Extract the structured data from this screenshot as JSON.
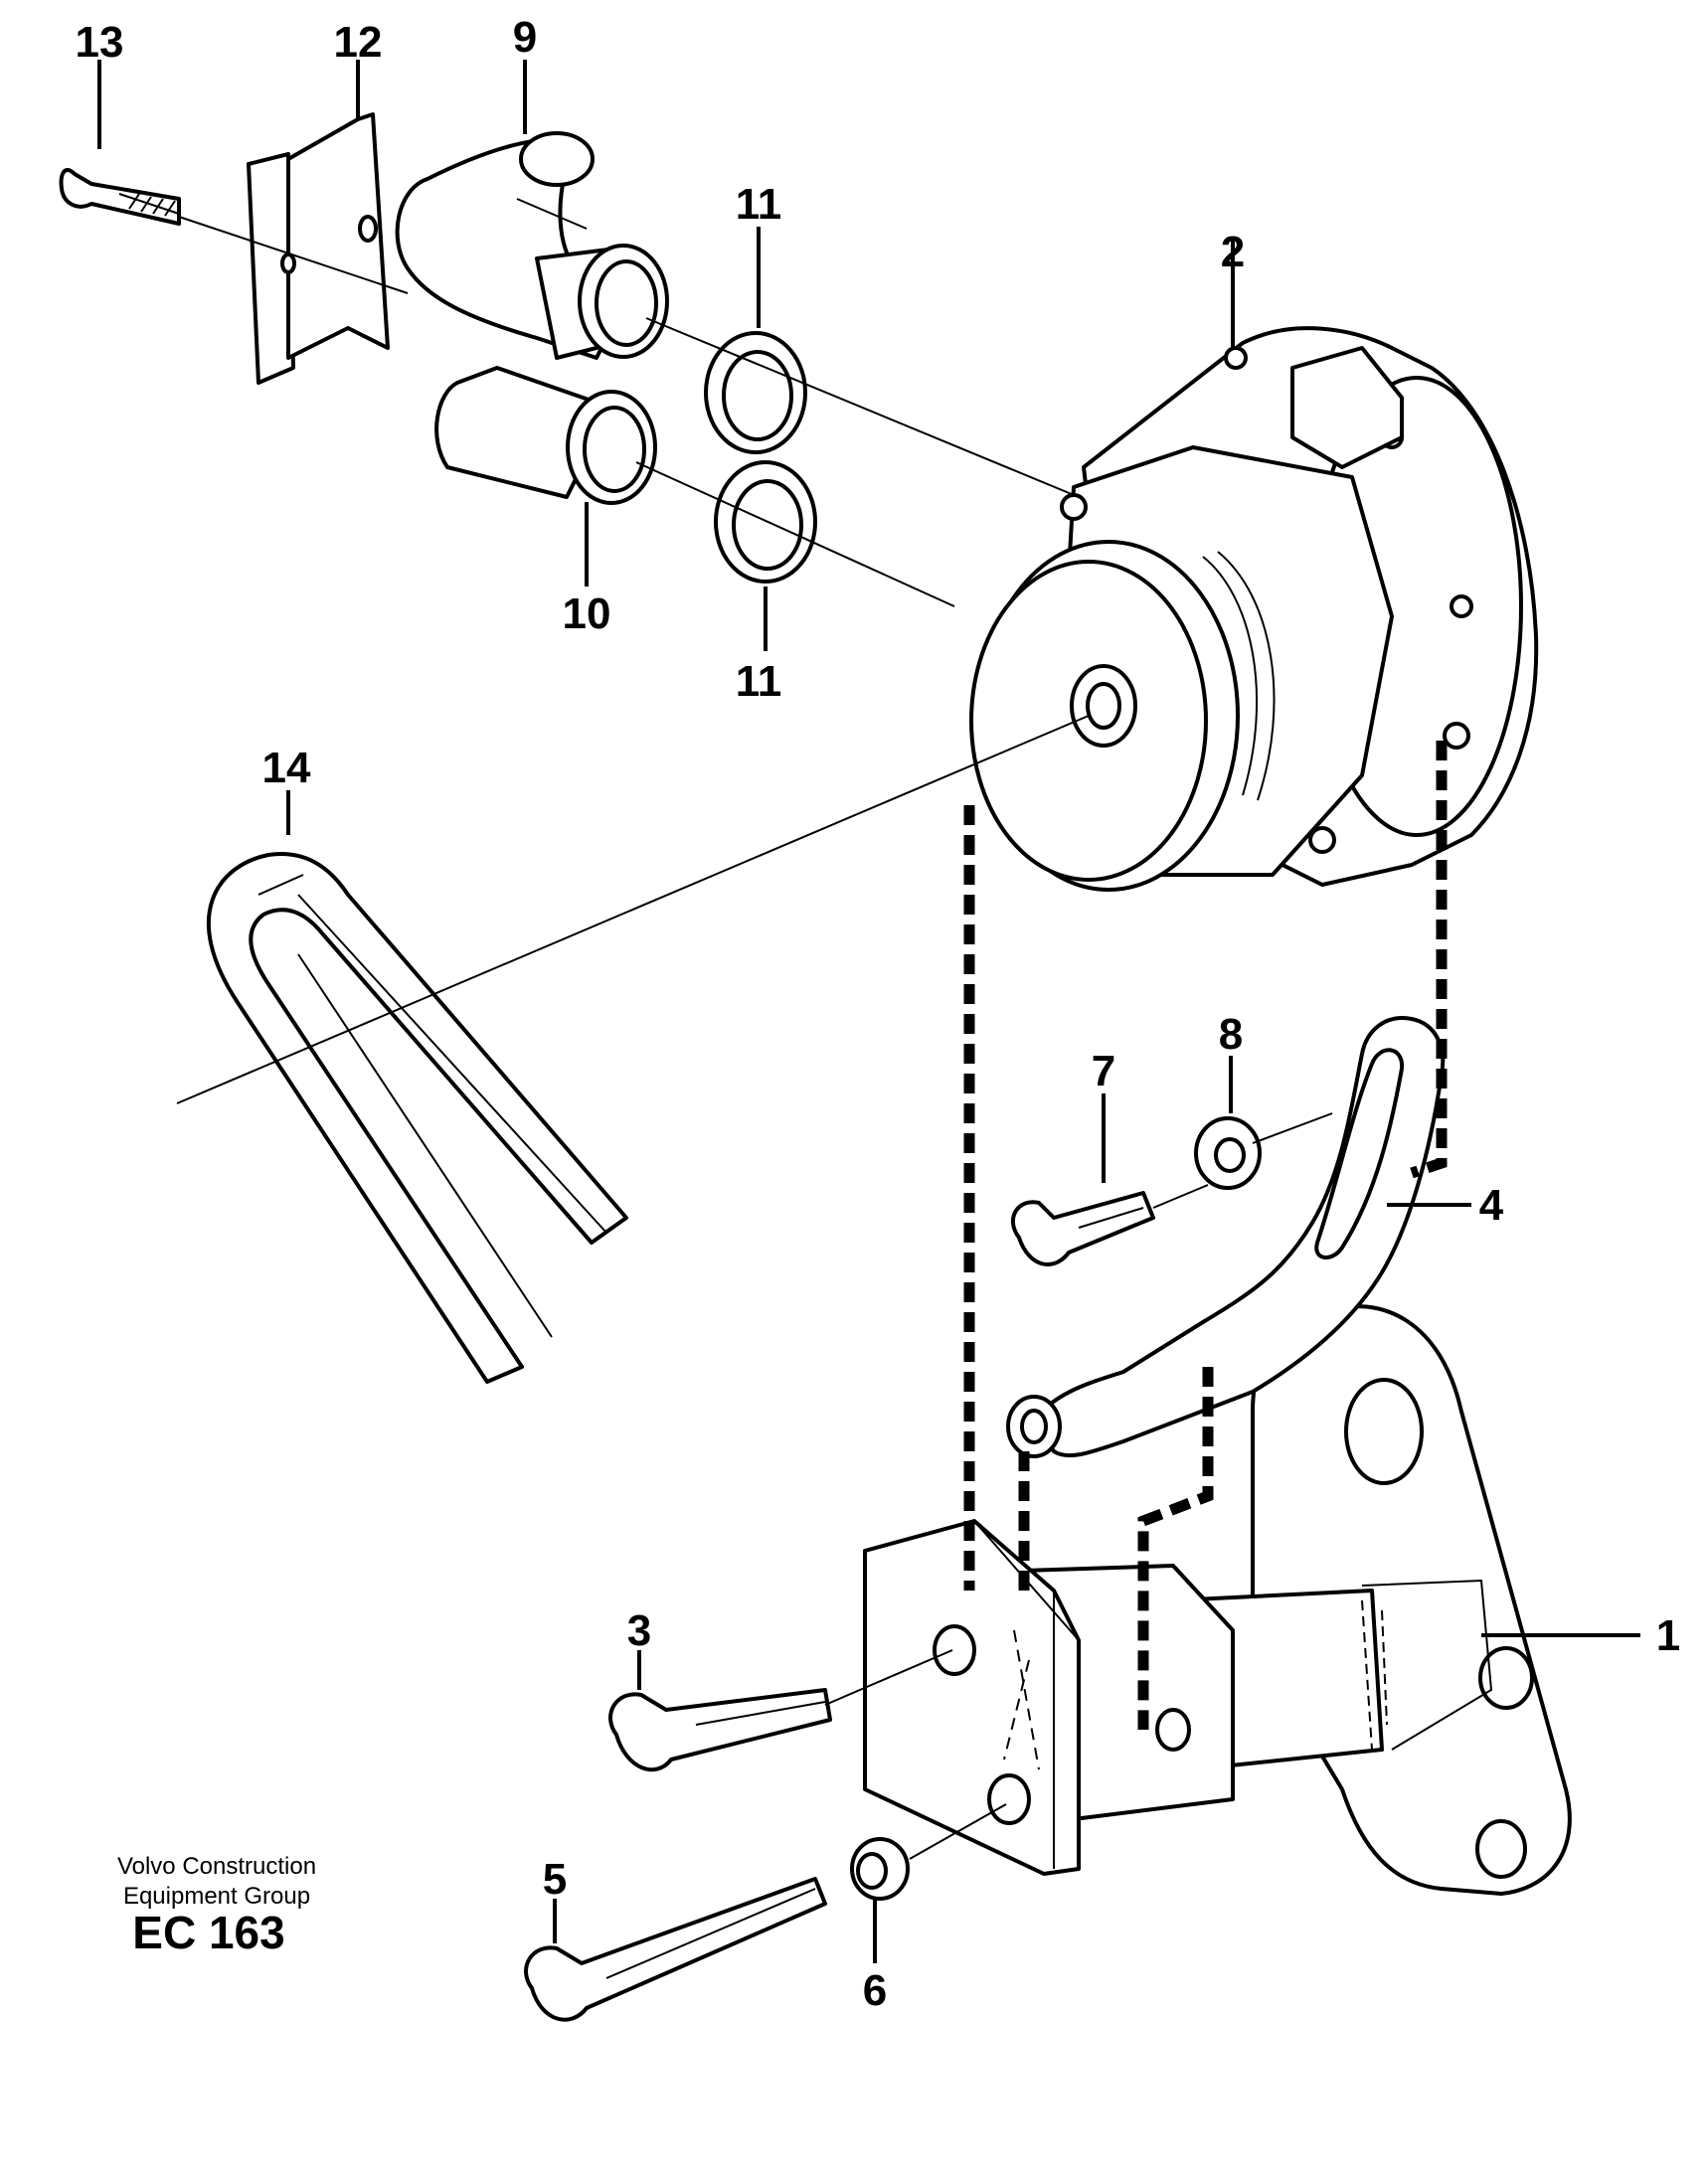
{
  "footer": {
    "company_line_1": "Volvo Construction",
    "company_line_2": "Equipment Group",
    "code": "EC 163"
  },
  "callouts": {
    "c1": "1",
    "c2": "2",
    "c3": "3",
    "c4": "4",
    "c5": "5",
    "c6": "6",
    "c7": "7",
    "c8": "8",
    "c9": "9",
    "c10": "10",
    "c11a": "11",
    "c11b": "11",
    "c12": "12",
    "c13": "13",
    "c14": "14"
  }
}
